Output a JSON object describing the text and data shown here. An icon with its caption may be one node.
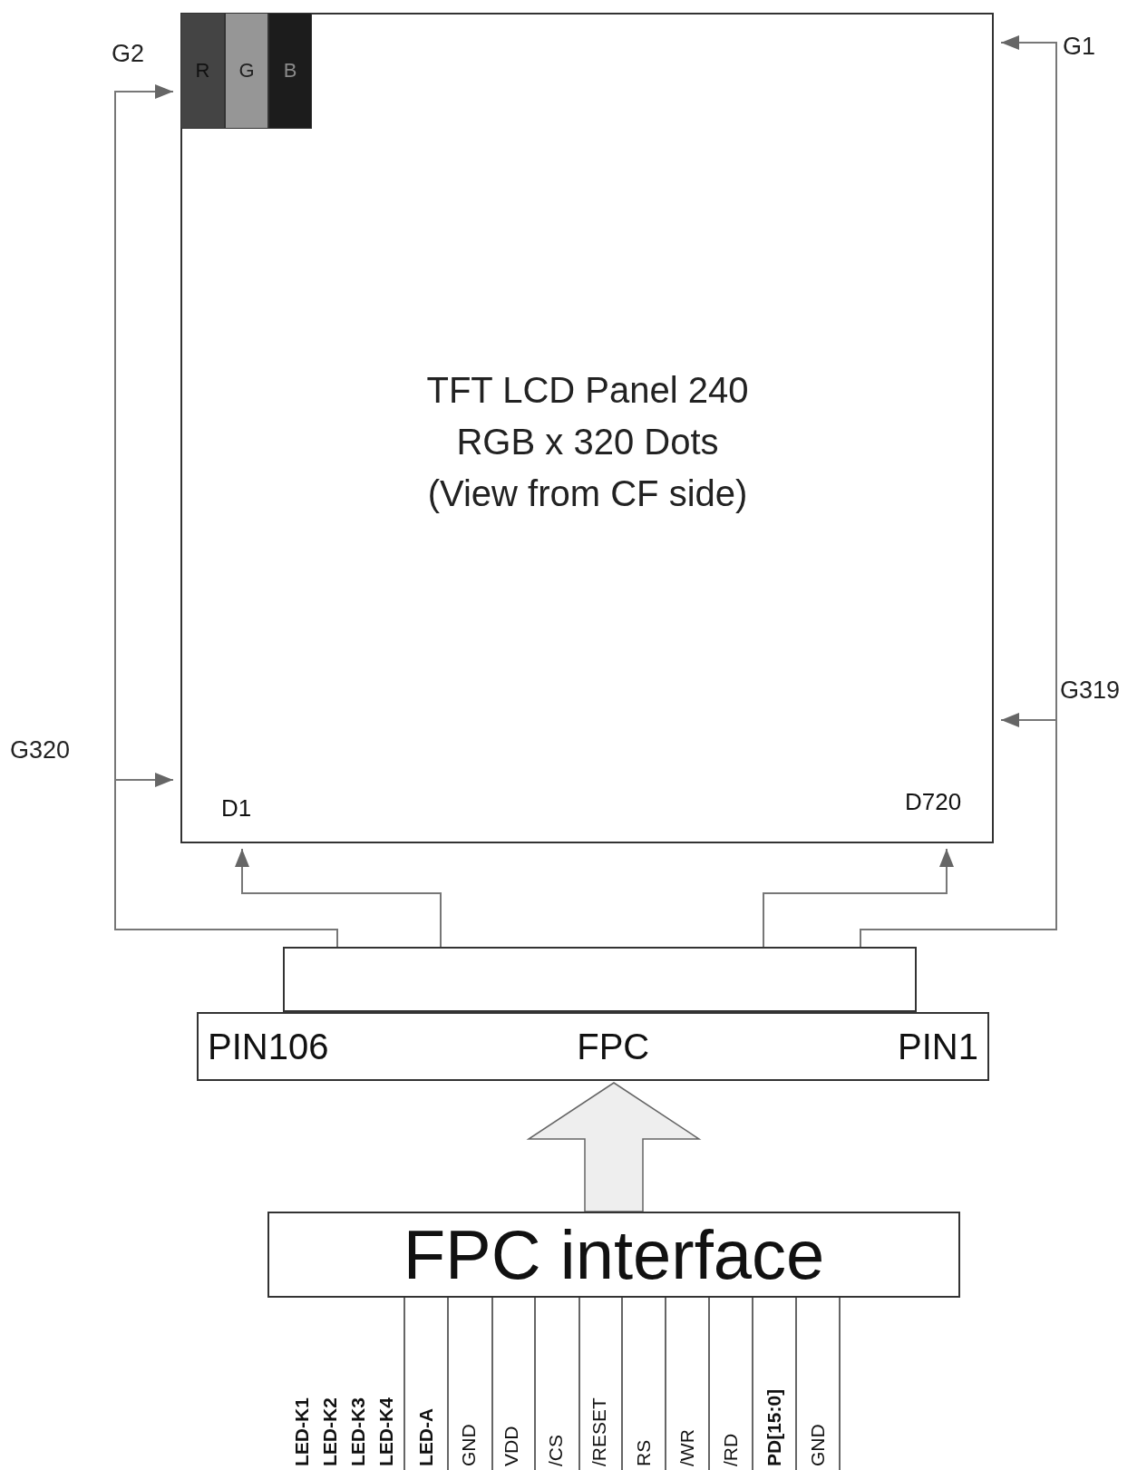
{
  "diagram": {
    "nodes": [
      {
        "text": [
          "TFT LCD Panel 240 RGB x 320 Dots (View from CF side)"
        ]
      },
      {
        "text": [
          "R"
        ],
        "in": 0
      },
      {
        "text": [
          "G"
        ],
        "in": 0
      },
      {
        "text": [
          "B"
        ],
        "in": 0
      },
      {
        "text": [],
        "shape": "box"
      },
      {
        "text": [
          "PIN106",
          "FPC",
          "PIN1"
        ]
      },
      {
        "text": [
          "FPC interface"
        ]
      }
    ],
    "edges": [
      {
        "from": 4,
        "to": 0,
        "arrow": "to",
        "label": "G2"
      },
      {
        "from": 4,
        "to": 0,
        "arrow": "to",
        "label": "G320"
      },
      {
        "from": 4,
        "to": 0,
        "arrow": "to"
      },
      {
        "from": 4,
        "to": 0,
        "arrow": "to"
      },
      {
        "from": 4,
        "to": 0,
        "arrow": "to",
        "label": "G1"
      },
      {
        "from": 4,
        "to": 0,
        "arrow": "to",
        "label": "G319"
      },
      {
        "from": 6,
        "to": 5,
        "arrow": "to",
        "style": "thick"
      }
    ],
    "labels": [
      "D1",
      "D720",
      "LED-K1",
      "LED-K2",
      "LED-K3",
      "LED-K4",
      "LED-A",
      "GND",
      "VDD",
      "/CS",
      "/RESET",
      "RS",
      "/WR",
      "/RD",
      "PD[15:0]",
      "GND"
    ]
  }
}
